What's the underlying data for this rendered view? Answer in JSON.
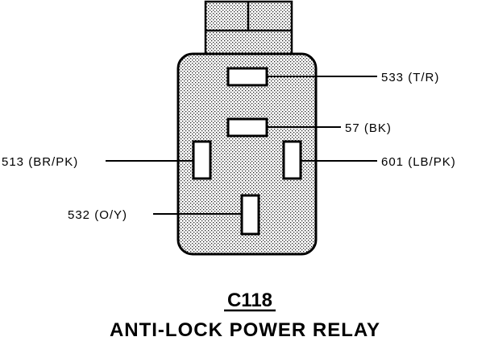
{
  "connector": {
    "id": "C118",
    "name": "ANTI-LOCK POWER RELAY"
  },
  "pins": {
    "top": "533 (T/R)",
    "upper": "57 (BK)",
    "left": "513 (BR/PK)",
    "right": "601 (LB/PK)",
    "bottom": "532 (O/Y)"
  },
  "colors": {
    "line": "#000000",
    "fill": "#e6e6e6",
    "background": "#ffffff"
  }
}
